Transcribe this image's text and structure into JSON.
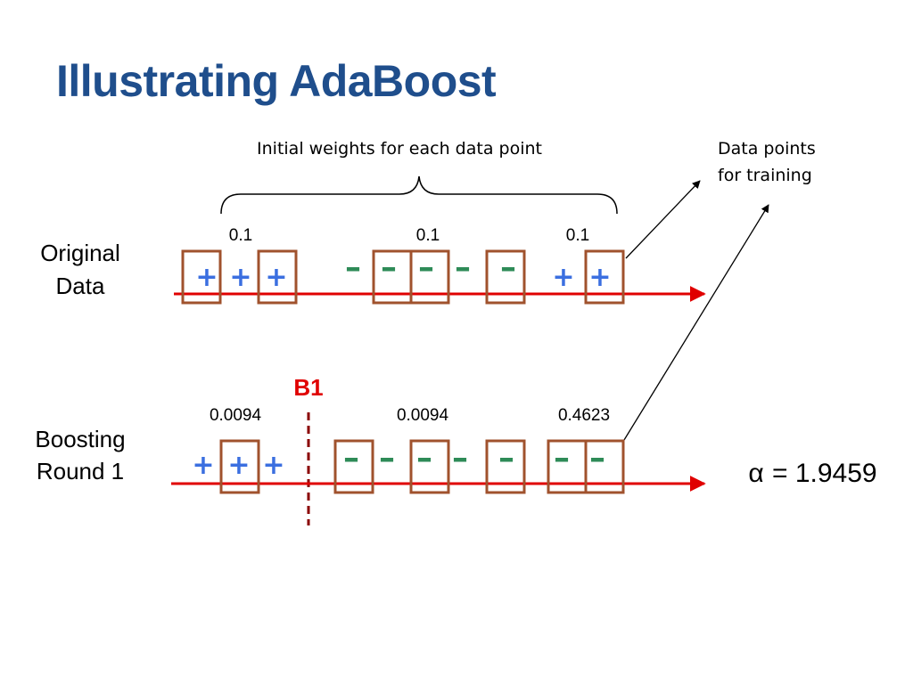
{
  "title": "Illustrating AdaBoost",
  "annotations": {
    "initial_weights": "Initial weights for each data point",
    "data_points_line1": "Data points",
    "data_points_line2": "for training"
  },
  "original": {
    "label_line1": "Original",
    "label_line2": "Data",
    "weights": [
      "0.1",
      "0.1",
      "0.1"
    ],
    "symbols": [
      "+",
      "+",
      "+",
      "-",
      "-",
      "-",
      "-",
      "-",
      "+",
      "+"
    ]
  },
  "round1": {
    "label_line1": "Boosting",
    "label_line2": "Round 1",
    "classifier": "B1",
    "weights": [
      "0.0094",
      "0.0094",
      "0.4623"
    ],
    "symbols": [
      "+",
      "+",
      "+",
      "-",
      "-",
      "-",
      "-",
      "-",
      "-",
      "-"
    ],
    "alpha_symbol": "α",
    "alpha_text": "= 1.9459"
  },
  "colors": {
    "title": "#1f4e8c",
    "axis": "#e00000",
    "box": "#a0522d",
    "plus": "#3b6fe0",
    "minus": "#2e8b57",
    "separator": "#8b0000"
  }
}
